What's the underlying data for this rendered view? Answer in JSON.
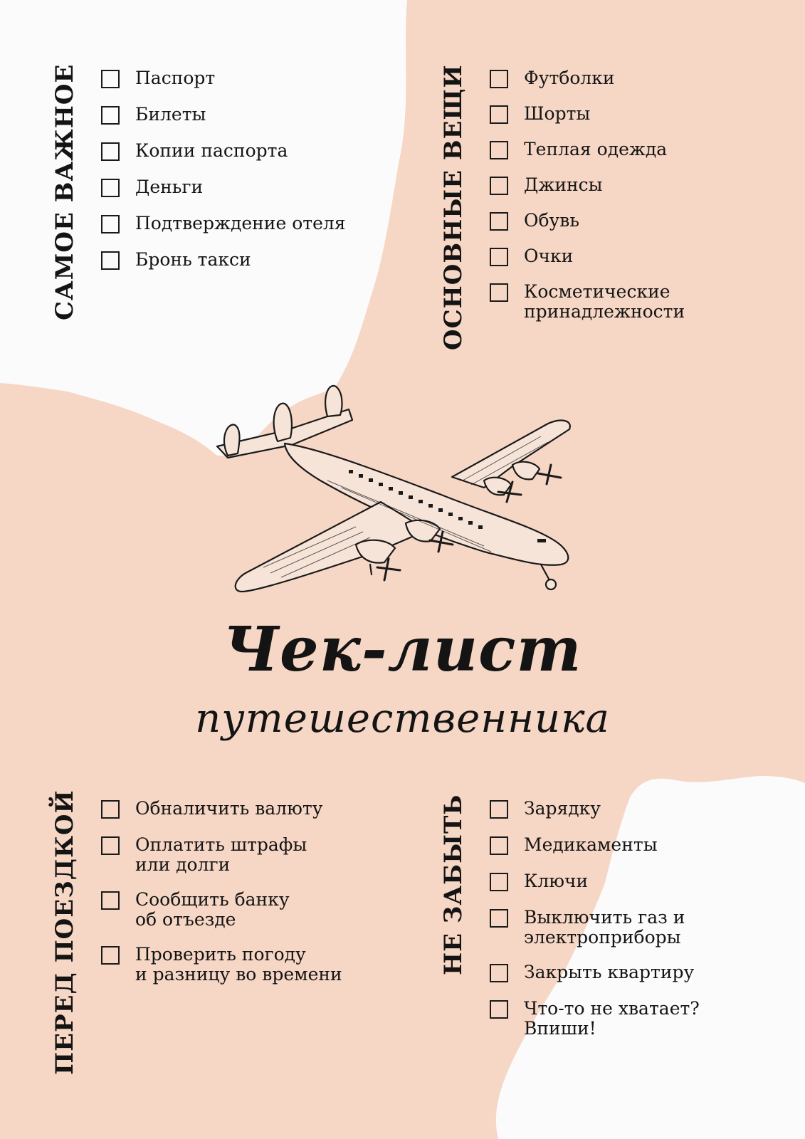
{
  "colors": {
    "background": "#f6d6c4",
    "paper": "#fbfbfb",
    "ink": "#141414"
  },
  "title": {
    "main": "Чек-лист",
    "sub": "путешественника"
  },
  "sections": {
    "essential": {
      "title": "САМОЕ ВАЖНОЕ",
      "items": [
        "Паспорт",
        "Билеты",
        "Копии паспорта",
        "Деньги",
        "Подтверждение отеля",
        "Бронь такси"
      ]
    },
    "basics": {
      "title": "ОСНОВНЫЕ ВЕЩИ",
      "items": [
        "Футболки",
        "Шорты",
        "Теплая одежда",
        "Джинсы",
        "Обувь",
        "Очки",
        "Косметические\nпринадлежности"
      ]
    },
    "before_trip": {
      "title": "ПЕРЕД ПОЕЗДКОЙ",
      "items": [
        "Обналичить валюту",
        "Оплатить штрафы\nили долги",
        "Сообщить банку\nоб отъезде",
        "Проверить погоду\nи разницу во времени"
      ]
    },
    "dont_forget": {
      "title": "НЕ ЗАБЫТЬ",
      "items": [
        "Зарядку",
        "Медикаменты",
        "Ключи",
        "Выключить газ и\nэлектроприборы",
        "Закрыть квартиру",
        "Что-то не хватает?\nВпиши!"
      ]
    }
  },
  "illustration": {
    "icon": "airplane-icon"
  }
}
